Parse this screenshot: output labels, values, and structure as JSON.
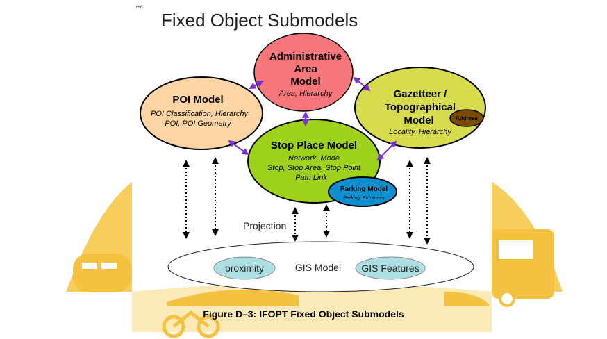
{
  "corner_mark": "ЊЄ",
  "title": "Fixed Object Submodels",
  "nodes": {
    "admin": {
      "line1": "Administrative",
      "line2": "Area",
      "line3": "Model",
      "sub": "Area, Hierarchy"
    },
    "poi": {
      "title": "POI Model",
      "sub1": "POI Classification, Hierarchy",
      "sub2": "POI, POI Geometry"
    },
    "gazetteer": {
      "line1": "Gazetteer /",
      "line2": "Topographical",
      "line3": "Model",
      "sub": "Locality, Hierarchy",
      "badge": "Address"
    },
    "stop_place": {
      "title": "Stop Place Model",
      "sub1": "Network, Mode",
      "sub2": "Stop, Stop Area, Stop Point",
      "sub3": "Path Link"
    },
    "parking": {
      "title": "Parking Model",
      "sub": "Parking, Entrances"
    },
    "gis": {
      "title": "GIS Model",
      "left": "proximity",
      "right": "GIS Features"
    }
  },
  "projection_label": "Projection",
  "caption": "Figure D–3: IFOPT Fixed Object Submodels",
  "colors": {
    "admin_fill": "#f5777c",
    "poi_fill": "#fdd5a5",
    "gazetteer_fill": "#d6dc4e",
    "stop_fill": "#9ed21c",
    "parking_fill": "#0f8fd0",
    "address_fill": "#7a4a00",
    "gis_chip_fill": "#aee0e3",
    "connector": "#7a2fd0",
    "watermark": "#f4c443"
  }
}
